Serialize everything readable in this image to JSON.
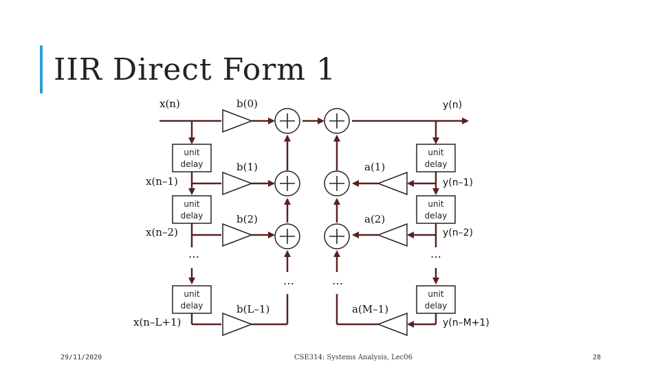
{
  "slide": {
    "title": "IIR Direct Form 1",
    "footer_date": "29/11/2020",
    "footer_course": "CSE314: Systems Analysis, Lec06",
    "footer_page": "28",
    "accent_color": "#2e9bd6"
  },
  "diagram": {
    "input_label": "x(n)",
    "output_label": "y(n)",
    "delay_text_line1": "unit",
    "delay_text_line2": "delay",
    "x_taps": [
      "x(n–1)",
      "x(n–2)",
      "x(n–L+1)"
    ],
    "y_taps": [
      "y(n–1)",
      "y(n–2)",
      "y(n–M+1)"
    ],
    "b_coeffs": [
      "b(0)",
      "b(1)",
      "b(2)",
      "b(L–1)"
    ],
    "a_coeffs": [
      "a(1)",
      "a(2)",
      "a(M–1)"
    ],
    "ellipsis": "…"
  }
}
